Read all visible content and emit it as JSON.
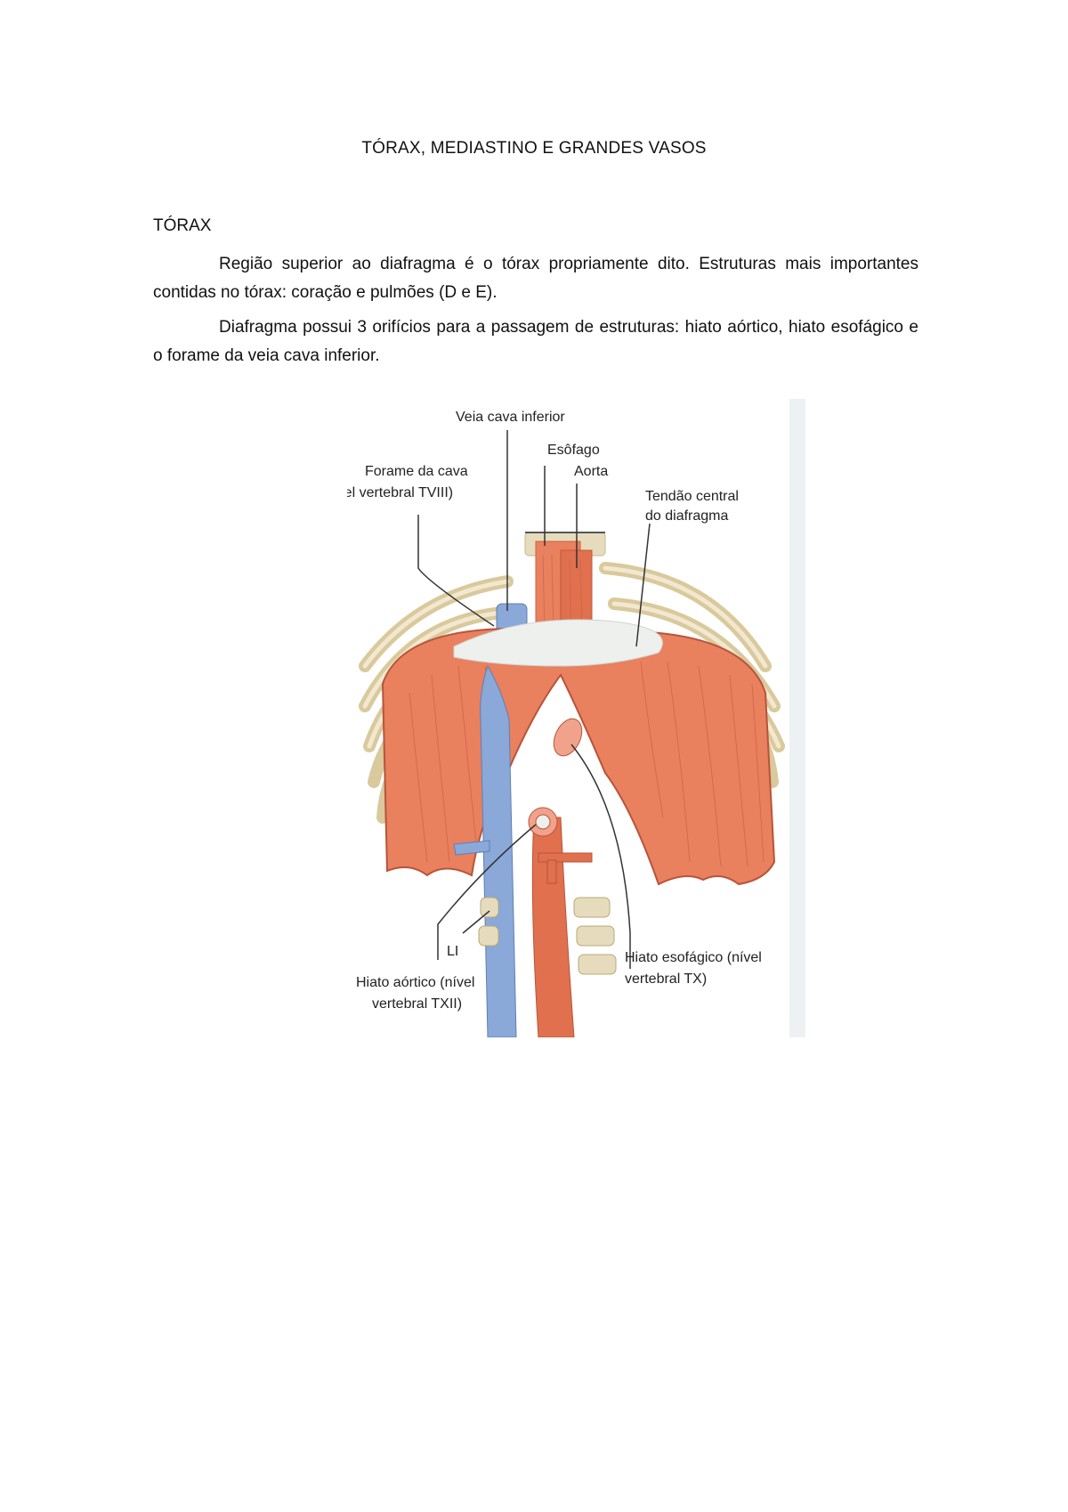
{
  "document": {
    "title": "TÓRAX, MEDIASTINO E GRANDES VASOS",
    "section_heading": "TÓRAX",
    "paragraphs": [
      "Região superior ao diafragma é o tórax propriamente dito. Estruturas mais importantes contidas no tórax: coração e pulmões (D e E).",
      "Diafragma possui 3 orifícios para a passagem de estruturas: hiato aórtico, hiato esofágico e o forame da veia cava inferior."
    ]
  },
  "figure": {
    "labels": {
      "veia_cava_inferior": "Veia cava inferior",
      "esofago": "Esôfago",
      "aorta": "Aorta",
      "forame_cava_1": "Forame da cava",
      "forame_cava_2": "(nível vertebral TVIII)",
      "tendao_1": "Tendão central",
      "tendao_2": "do diafragma",
      "l1": "LI",
      "hiato_aortico_1": "Hiato aórtico (nível",
      "hiato_aortico_2": "vertebral TXII)",
      "hiato_esofagico_1": "Hiato esofágico (nível",
      "hiato_esofagico_2": "vertebral TX)"
    },
    "colors": {
      "muscle": "#e9805e",
      "muscle_dark": "#cf5f3f",
      "tendon": "#eef0ee",
      "bone": "#e3d7b4",
      "vein": "#8aa8d8",
      "artery": "#e0704e",
      "paper_edge": "#eef1f4"
    }
  }
}
